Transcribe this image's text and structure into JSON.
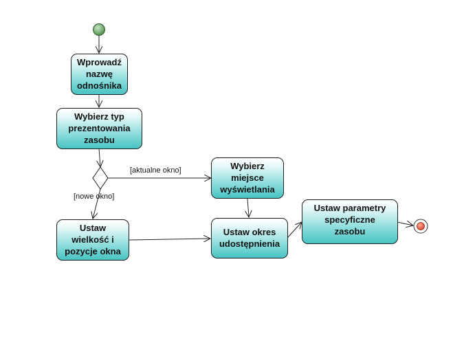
{
  "nodes": {
    "enter_link_name": "Wprowadź\nnazwę\nodnośnika",
    "choose_presentation_type": "Wybierz typ\nprezentowania\nzasobu",
    "choose_display_place": "Wybierz\nmiejsce\nwyświetlania",
    "set_window_size": "Ustaw\nwielkość i\npozycje okna",
    "set_sharing_period": "Ustaw okres\nudostępnienia",
    "set_specific_params": "Ustaw parametry\nspecyficzne\nzasobu"
  },
  "guards": {
    "current_window": "[aktualne okno]",
    "new_window": "[nowe okno]"
  },
  "colors": {
    "start_node": "#6aa86a",
    "end_node": "#e8604a",
    "activity_fill": "#48c3c3"
  }
}
